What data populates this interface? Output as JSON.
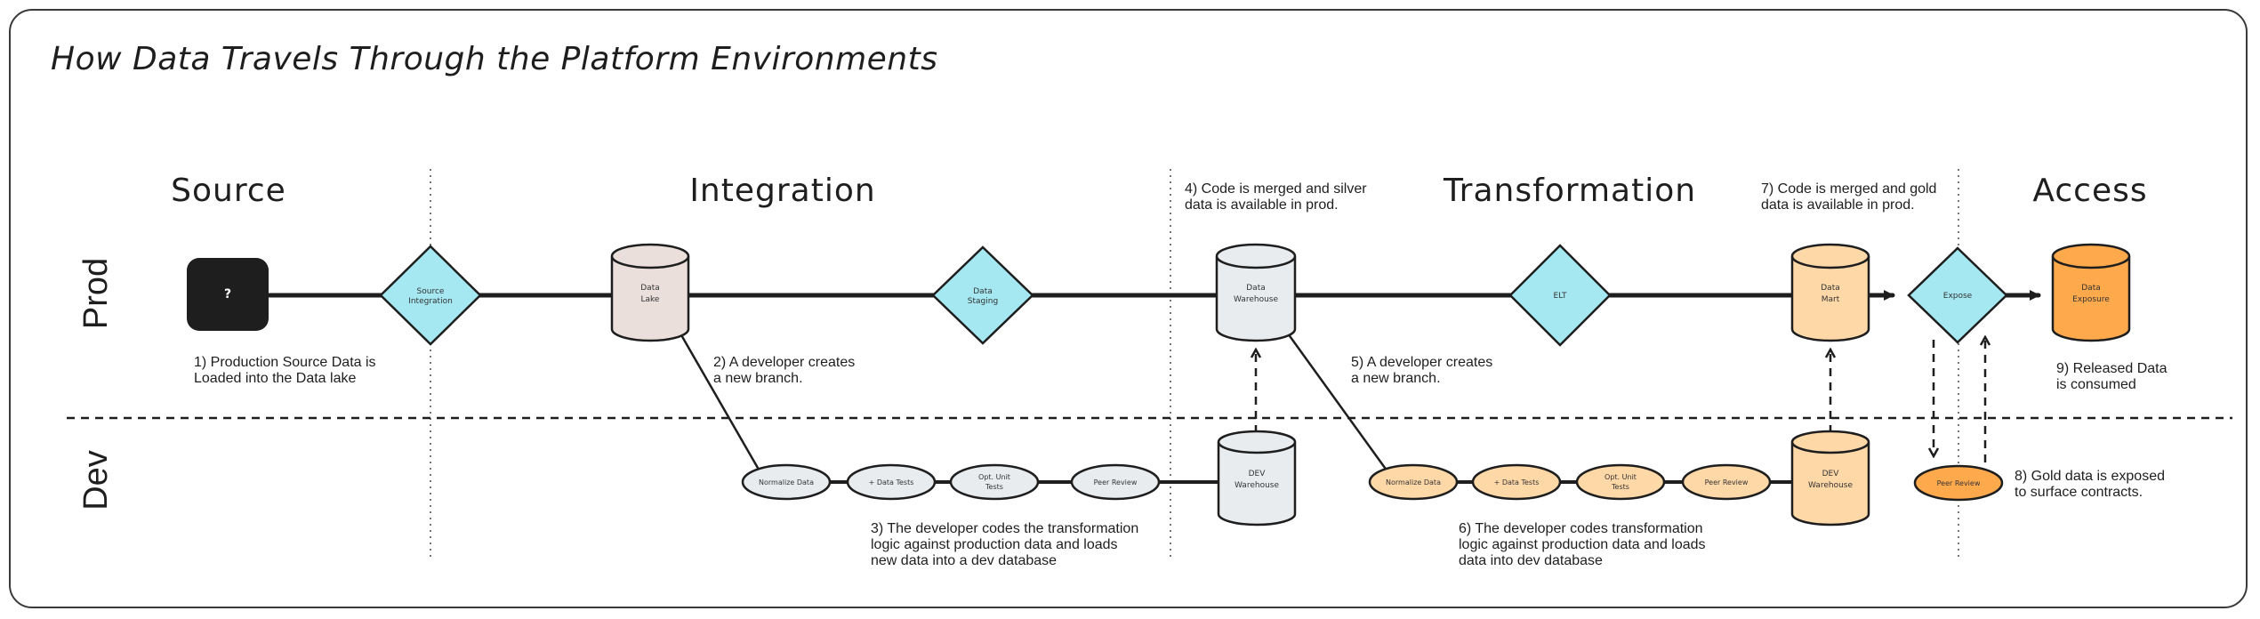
{
  "title": "How Data Travels Through the Platform Environments",
  "columns": {
    "source": "Source",
    "integration": "Integration",
    "transformation": "Transformation",
    "access": "Access"
  },
  "rows": {
    "prod": "Prod",
    "dev": "Dev"
  },
  "nodes": {
    "source": "?",
    "source_integration": [
      "Source",
      "Integration"
    ],
    "data_lake": [
      "Data",
      "Lake"
    ],
    "data_staging": [
      "Data",
      "Staging"
    ],
    "data_warehouse": [
      "Data",
      "Warehouse"
    ],
    "elt": [
      "ELT"
    ],
    "data_mart": [
      "Data",
      "Mart"
    ],
    "expose": [
      "Expose"
    ],
    "data_exposure": [
      "Data",
      "Exposure"
    ],
    "dev_warehouse_1": [
      "DEV",
      "Warehouse"
    ],
    "dev_warehouse_2": [
      "DEV",
      "Warehouse"
    ],
    "steps_integration": [
      [
        "Normalize Data"
      ],
      [
        "+ Data Tests"
      ],
      [
        "Opt. Unit",
        "Tests"
      ],
      [
        "Peer Review"
      ]
    ],
    "steps_transformation": [
      [
        "Normalize Data"
      ],
      [
        "+ Data Tests"
      ],
      [
        "Opt. Unit",
        "Tests"
      ],
      [
        "Peer Review"
      ]
    ],
    "peer_review_access": [
      "Peer Review"
    ]
  },
  "notes": {
    "n1": [
      "1) Production Source Data is",
      "Loaded into the Data lake"
    ],
    "n2": [
      "2) A developer creates",
      "a new branch."
    ],
    "n3": [
      "3) The developer codes the transformation",
      "logic against production data and loads",
      "new data into a dev database"
    ],
    "n4": [
      "4) Code is merged and silver",
      "data is available in prod."
    ],
    "n5": [
      "5) A developer creates",
      "a new branch."
    ],
    "n6": [
      "6) The developer codes transformation",
      "logic against production data and loads",
      "data into dev database"
    ],
    "n7": [
      "7) Code is merged and gold",
      " data is available in prod."
    ],
    "n8": [
      "8) Gold data is exposed",
      "to surface contracts."
    ],
    "n9": [
      "9) Released Data",
      "is consumed"
    ]
  },
  "colors": {
    "diamond": "#a5e8f1",
    "lake": "#eadfdb",
    "warehouse": "#e9ecef",
    "mart": "#ffd8a8",
    "exposure": "#ffa94d",
    "source": "#1e1e1e"
  }
}
